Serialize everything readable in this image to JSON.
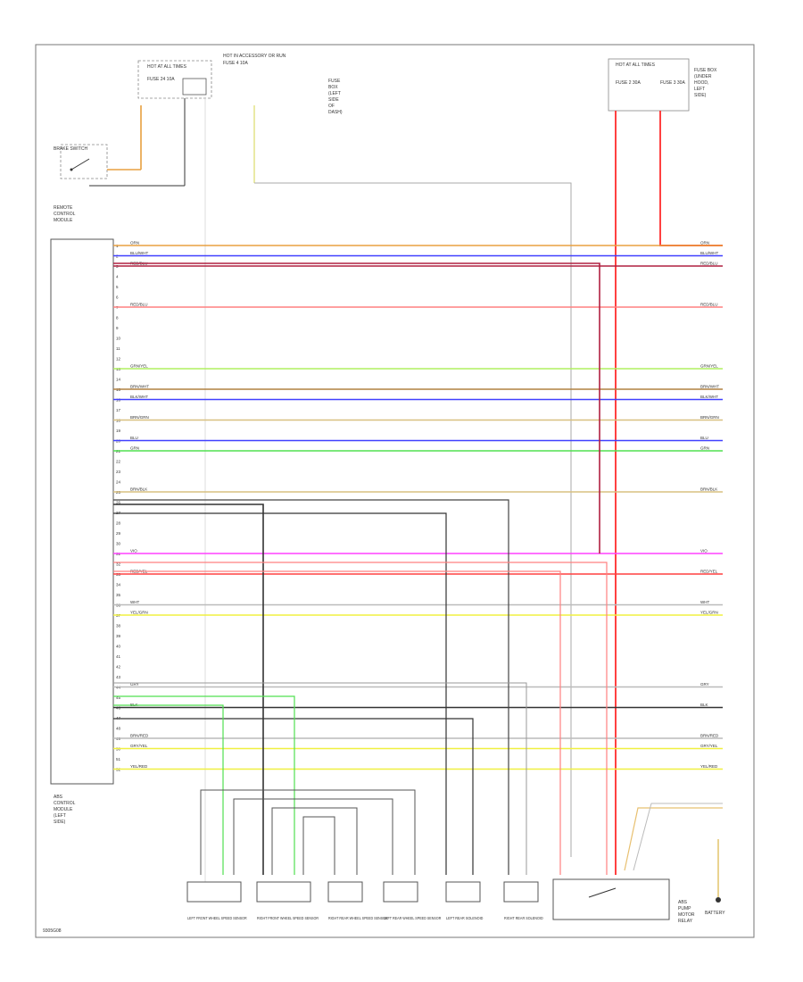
{
  "colors": {
    "orn": "#e8a040",
    "blu": "#4040ff",
    "red": "#ff4040",
    "yel": "#f0f040",
    "grn": "#50e050",
    "blk": "#333333",
    "wht": "#bbbbbb",
    "tan": "#d8c080",
    "vio": "#ff40ff",
    "brn": "#b08040",
    "ltgrn": "#b0f060",
    "pnk": "#ff8080",
    "dkred": "#b02040"
  },
  "fuse_top_left": {
    "title": "HOT AT ALL TIMES",
    "fuse": "FUSE 24 10A"
  },
  "fuse_top_mid": {
    "title": "HOT IN ACCESSORY OR RUN",
    "fuse": "FUSE 4 10A"
  },
  "fuse_top_right": {
    "title": "HOT AT ALL TIMES",
    "fuse_a": "FUSE 2 30A",
    "fuse_b": "FUSE 3 30A"
  },
  "notes_mid": [
    "FUSE",
    "BOX",
    "(LEFT",
    "SIDE",
    "OF",
    "DASH)"
  ],
  "notes_right": [
    "FUSE BOX",
    "(UNDER",
    "HOOD,",
    "LEFT",
    "SIDE)"
  ],
  "switch_label": "BRAKE SWITCH",
  "module_top_label": [
    "REMOTE",
    "CONTROL",
    "MODULE"
  ],
  "module_bottom_label": [
    "ABS",
    "CONTROL",
    "MODULE",
    "(LEFT",
    "SIDE)"
  ],
  "bottom_labels": [
    "LEFT FRONT WHEEL SPEED SENSOR",
    "RIGHT FRONT WHEEL SPEED SENSOR",
    "RIGHT REAR WHEEL SPEED SENSOR",
    "LEFT REAR WHEEL SPEED SENSOR",
    "LEFT REAR SOLENOID",
    "RIGHT REAR SOLENOID"
  ],
  "pump_label": [
    "ABS",
    "PUMP",
    "MOTOR",
    "RELAY"
  ],
  "battery_label": "BATTERY",
  "corner_id": "9305G08",
  "wires_left": [
    {
      "pin": "1",
      "label": "ORN",
      "color": "orn"
    },
    {
      "pin": "2",
      "label": "BLU/WHT",
      "color": "blu"
    },
    {
      "pin": "3",
      "label": "RED/BLU",
      "color": "dkred"
    },
    {
      "pin": "7",
      "label": "RED/BLU",
      "color": "pnk"
    },
    {
      "pin": "13",
      "label": "GRN/YEL",
      "color": "ltgrn"
    },
    {
      "pin": "15",
      "label": "BRN/WHT",
      "color": "brn"
    },
    {
      "pin": "16",
      "label": "BLK/WHT",
      "color": "blu"
    },
    {
      "pin": "18",
      "label": "BRN/GRN",
      "color": "tan"
    },
    {
      "pin": "20",
      "label": "BLU",
      "color": "blu"
    },
    {
      "pin": "21",
      "label": "GRN",
      "color": "grn"
    },
    {
      "pin": "25",
      "label": "BRN/BLK",
      "color": "tan"
    },
    {
      "pin": "31",
      "label": "VIO",
      "color": "vio"
    },
    {
      "pin": "33",
      "label": "RED/YEL",
      "color": "red"
    },
    {
      "pin": "36",
      "label": "WHT",
      "color": "wht"
    },
    {
      "pin": "37",
      "label": "YEL/GRN",
      "color": "yel"
    },
    {
      "pin": "44",
      "label": "GRY",
      "color": "wht"
    },
    {
      "pin": "46",
      "label": "BLK",
      "color": "blk"
    },
    {
      "pin": "49",
      "label": "BRN/RED",
      "color": "wht"
    },
    {
      "pin": "50",
      "label": "GRY/YEL",
      "color": "yel"
    },
    {
      "pin": "52",
      "label": "YEL/RED",
      "color": "yel"
    }
  ],
  "pins": [
    "1",
    "2",
    "3",
    "4",
    "5",
    "6",
    "7",
    "8",
    "9",
    "10",
    "11",
    "12",
    "13",
    "14",
    "15",
    "16",
    "17",
    "18",
    "19",
    "20",
    "21",
    "22",
    "23",
    "24",
    "25",
    "26",
    "27",
    "28",
    "29",
    "30",
    "31",
    "32",
    "33",
    "34",
    "35",
    "36",
    "37",
    "38",
    "39",
    "40",
    "41",
    "42",
    "43",
    "44",
    "45",
    "46",
    "47",
    "48",
    "49",
    "50",
    "51",
    "52"
  ]
}
